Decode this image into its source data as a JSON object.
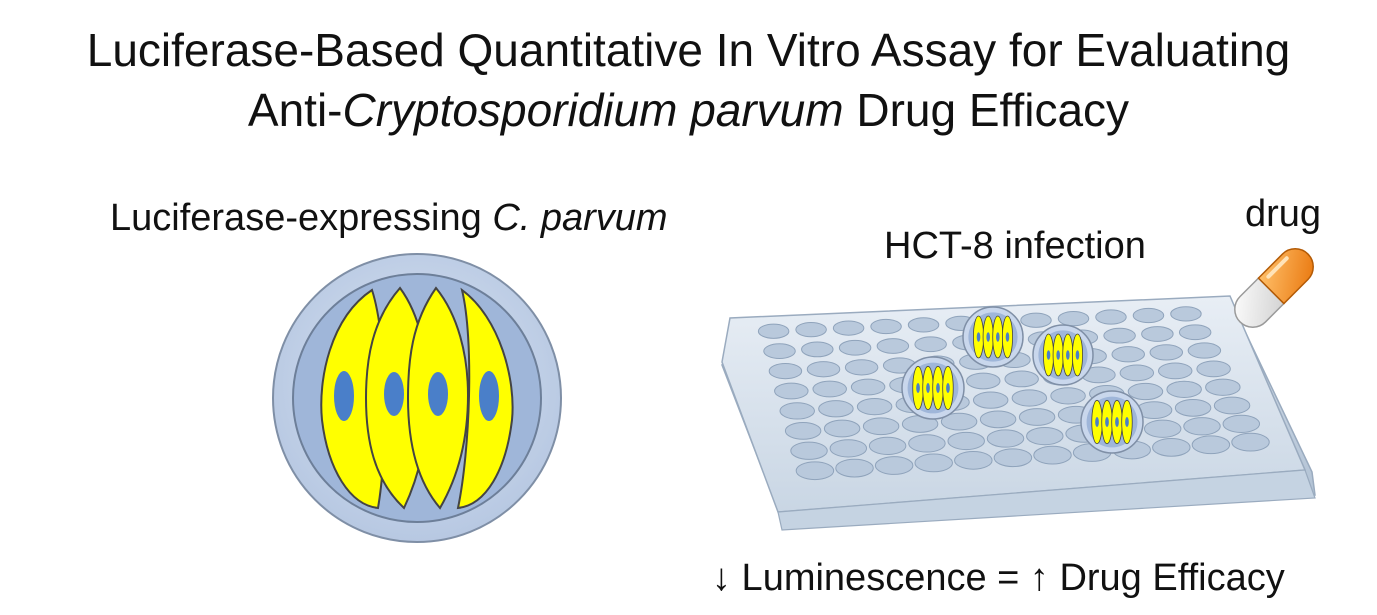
{
  "title": {
    "line1": "Luciferase-Based Quantitative In Vitro Assay for  Evaluating",
    "line2_prefix": "Anti-",
    "line2_italic": "Cryptosporidium parvum",
    "line2_suffix": " Drug Efficacy"
  },
  "oocyst_label": {
    "prefix": "Luciferase-expressing ",
    "italic": "C. parvum"
  },
  "infection_label": "HCT-8 infection",
  "drug_label": "drug",
  "result_label": "↓ Luminescence = ↑ Drug Efficacy",
  "colors": {
    "sporozoite_yellow": "#ffff00",
    "nucleus_blue": "#4a7fc9",
    "oocyst_wall": "#a9bddb",
    "oocyst_inner": "#c9d7ec",
    "plate": "#cfdbe8",
    "pill_orange": "#f28a1a",
    "pill_white": "#f4f4f4"
  },
  "icons": [
    "oocyst-icon",
    "well-plate-icon",
    "drug-capsule-icon"
  ]
}
